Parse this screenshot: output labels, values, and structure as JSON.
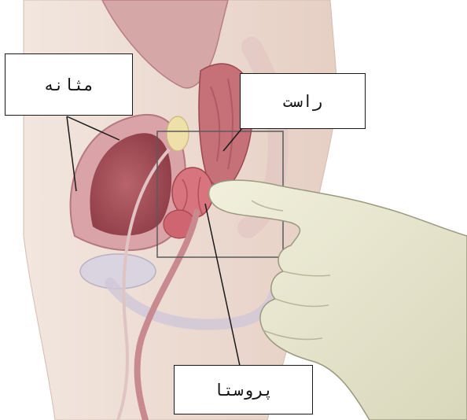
{
  "labels": {
    "bladder": "مثانه",
    "rectum": "راست",
    "prostate": "پروستا"
  },
  "colors": {
    "skin": "#ecd9cf",
    "tissue": "#d98f92",
    "organ_dark": "#a24b55",
    "bladder_wall": "#c98a92",
    "prostate": "#d7747d",
    "glove": "#e9e8cf",
    "glove_shadow": "#b8b69a",
    "bone": "#cfc7d8",
    "fat": "#eee0a8",
    "line": "#1a1a1a"
  },
  "icons": {
    "hand": "gloved-hand-icon",
    "exam_region": "focus-frame"
  }
}
